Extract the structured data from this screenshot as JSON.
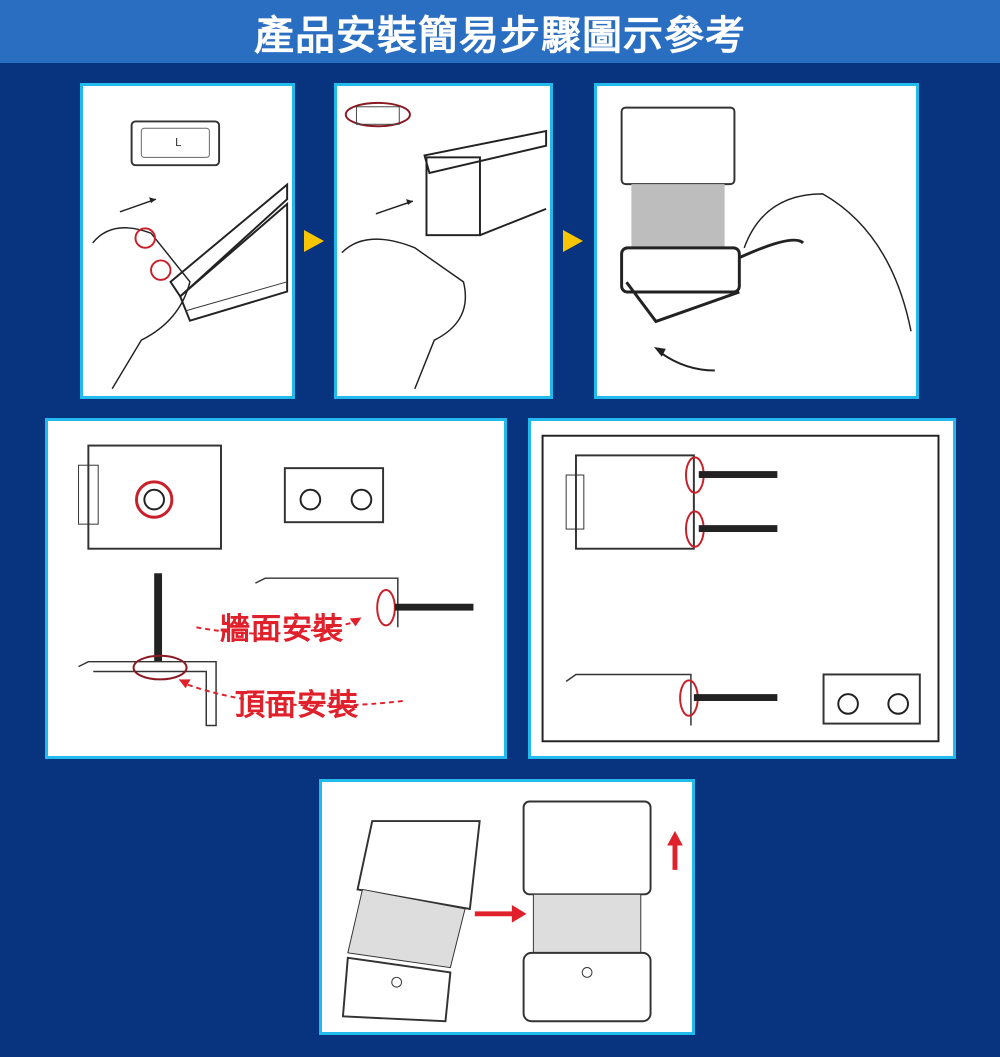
{
  "header": {
    "title": "產品安裝簡易步驟圖示參考"
  },
  "step1": {
    "bracket_mark": "L"
  },
  "mounting": {
    "wall_label": "牆面安裝",
    "ceiling_label": "頂面安裝"
  },
  "colors": {
    "header_bg": "#2a6ec2",
    "page_bg": "#08337f",
    "panel_border": "#22b9ec",
    "arrow_yellow": "#f7c600",
    "highlight_red": "#e0202a"
  }
}
